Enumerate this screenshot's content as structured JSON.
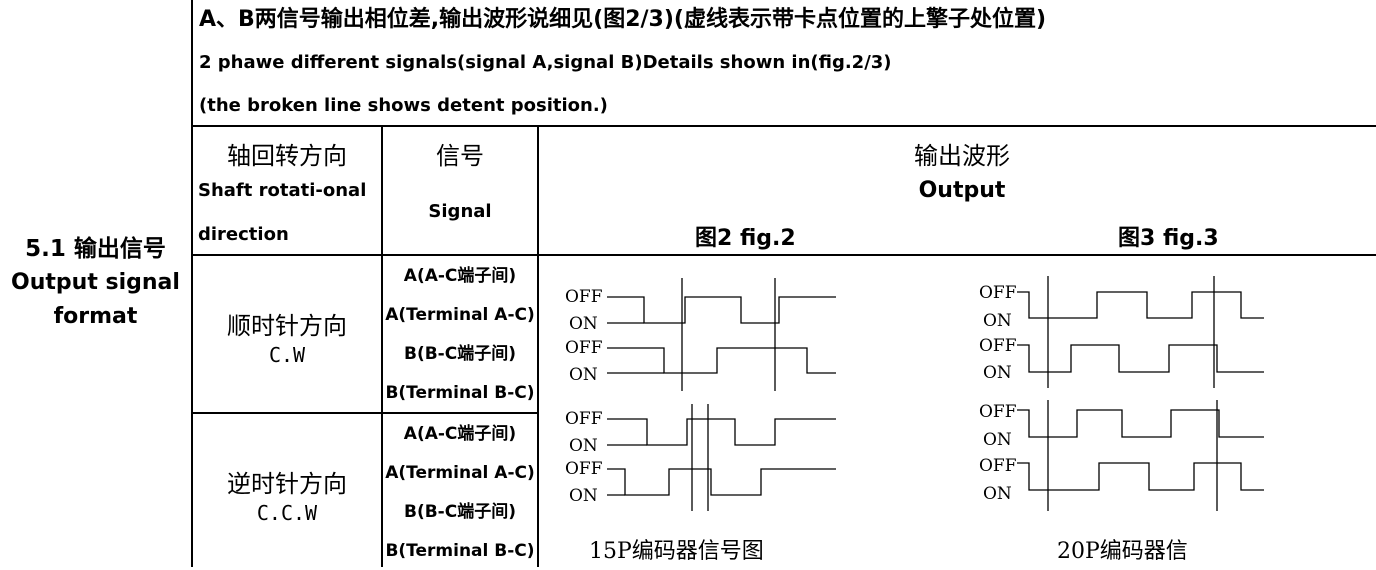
{
  "section": {
    "label_cn": "5.1 输出信号",
    "label_en_1": "Output signal",
    "label_en_2": "format"
  },
  "intro": {
    "line_cn": "A、B两信号输出相位差,输出波形说细见(图2/3)(虚线表示带卡点位置的上擎子处位置)",
    "line_en_1": "2 phawe different signals(signal A,signal B)Details shown in(fig.2/3)",
    "line_en_2": "(the broken line shows detent position.)"
  },
  "table": {
    "headers": {
      "direction_cn": "轴回转方向",
      "direction_en_1": "Shaft rotati-onal",
      "direction_en_2": "direction",
      "signal_cn": "信号",
      "signal_en": "Signal",
      "output_cn": "输出波形",
      "output_en": "Output",
      "fig2": "图2 fig.2",
      "fig3": "图3 fig.3"
    },
    "rows": [
      {
        "direction_cn": "顺时针方向",
        "direction_code": "C.W",
        "signals": [
          "A(A-C端子间)",
          "A(Terminal A-C)",
          "B(B-C端子间)",
          "B(Terminal B-C)"
        ]
      },
      {
        "direction_cn": "逆时针方向",
        "direction_code": "C.C.W",
        "signals": [
          "A(A-C端子间)",
          "A(Terminal A-C)",
          "B(B-C端子间)",
          "B(Terminal B-C)"
        ]
      }
    ],
    "waveform_labels": {
      "off": "OFF",
      "on": "ON"
    },
    "captions": {
      "fig2": "15P编码器信号图",
      "fig3": "20P编码器信"
    }
  }
}
